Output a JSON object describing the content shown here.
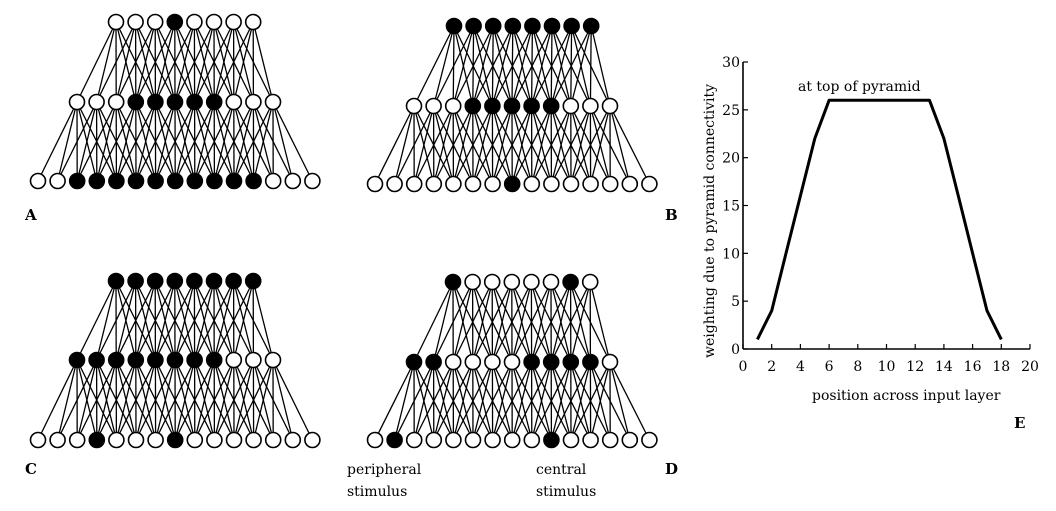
{
  "panels": [
    {
      "letter": "A",
      "layers": [
        {
          "states": [
            0,
            0,
            0,
            1,
            0,
            0,
            0,
            0
          ]
        },
        {
          "states": [
            0,
            0,
            0,
            1,
            1,
            1,
            1,
            1,
            0,
            0,
            0
          ]
        },
        {
          "states": [
            0,
            0,
            1,
            1,
            1,
            1,
            1,
            1,
            1,
            1,
            1,
            1,
            0,
            0,
            0
          ]
        }
      ]
    },
    {
      "letter": "B",
      "layers": [
        {
          "states": [
            1,
            1,
            1,
            1,
            1,
            1,
            1,
            1
          ]
        },
        {
          "states": [
            0,
            0,
            0,
            1,
            1,
            1,
            1,
            1,
            0,
            0,
            0
          ]
        },
        {
          "states": [
            0,
            0,
            0,
            0,
            0,
            0,
            0,
            1,
            0,
            0,
            0,
            0,
            0,
            0,
            0
          ]
        }
      ]
    },
    {
      "letter": "C",
      "layers": [
        {
          "states": [
            1,
            1,
            1,
            1,
            1,
            1,
            1,
            1
          ]
        },
        {
          "states": [
            1,
            1,
            1,
            1,
            1,
            1,
            1,
            1,
            0,
            0,
            0
          ]
        },
        {
          "states": [
            0,
            0,
            0,
            1,
            0,
            0,
            0,
            1,
            0,
            0,
            0,
            0,
            0,
            0,
            0
          ]
        }
      ]
    },
    {
      "letter": "D",
      "layers": [
        {
          "states": [
            1,
            0,
            0,
            0,
            0,
            0,
            1,
            0
          ]
        },
        {
          "states": [
            1,
            1,
            0,
            0,
            0,
            0,
            1,
            1,
            1,
            1,
            0
          ]
        },
        {
          "states": [
            0,
            1,
            0,
            0,
            0,
            0,
            0,
            0,
            0,
            1,
            0,
            0,
            0,
            0,
            0
          ]
        }
      ],
      "notes": {
        "peripheral": [
          "peripheral",
          "stimulus"
        ],
        "central": [
          "central",
          "stimulus"
        ]
      }
    }
  ],
  "chart_data": {
    "type": "line",
    "letter": "E",
    "title": "",
    "annotation": "at top of pyramid",
    "xlabel": "position across input layer",
    "ylabel": "weighting due to pyramid connectivity",
    "xlim": [
      0,
      20
    ],
    "ylim": [
      0,
      30
    ],
    "xticks": [
      0,
      2,
      4,
      6,
      8,
      10,
      12,
      14,
      16,
      18,
      20
    ],
    "yticks": [
      0,
      5,
      10,
      15,
      20,
      25,
      30
    ],
    "series": [
      {
        "x": [
          1,
          2,
          3,
          4,
          5,
          6,
          7,
          8,
          9,
          10,
          11,
          12,
          13,
          14,
          15,
          16,
          17,
          18
        ],
        "y": [
          1,
          4,
          10,
          16,
          22,
          26,
          26,
          26,
          26,
          26,
          26,
          26,
          26,
          22,
          16,
          10,
          4,
          1
        ]
      }
    ]
  }
}
